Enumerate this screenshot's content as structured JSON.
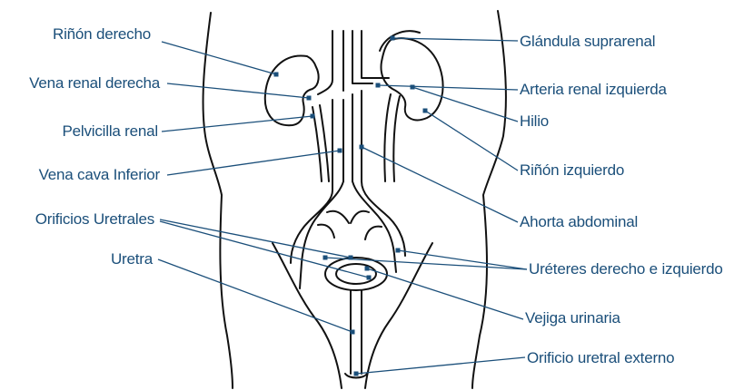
{
  "colors": {
    "label_text": "#1b4f7a",
    "leader_line": "#1b4f7a",
    "anatomy_outline": "#111111",
    "background": "#ffffff"
  },
  "labels": {
    "rinon_derecho": "Riñón derecho",
    "vena_renal_derecha": "Vena renal derecha",
    "pelvicilla_renal": "Pelvicilla renal",
    "vena_cava_inferior": "Vena cava Inferior",
    "orificios_uretrales": "Orificios Uretrales",
    "uretra": "Uretra",
    "glandula_suprarenal": "Glándula suprarenal",
    "arteria_renal_izquierda": "Arteria renal izquierda",
    "hilio": "Hilio",
    "rinon_izquierdo": "Riñón izquierdo",
    "ahorta_abdominal": "Ahorta abdominal",
    "ureteres": "Uréteres derecho e izquierdo",
    "vejiga_urinaria": "Vejiga urinaria",
    "orificio_uretral_externo": "Orificio uretral externo"
  }
}
